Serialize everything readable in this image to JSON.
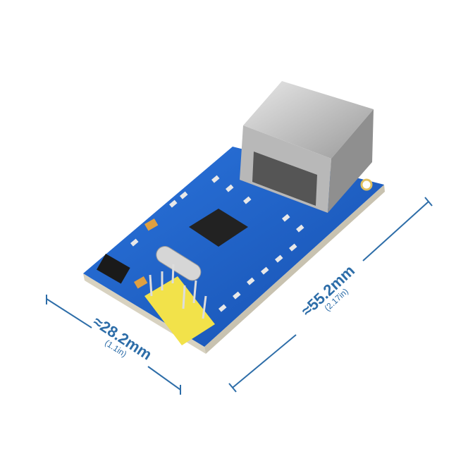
{
  "product": "ethernet-module-photo",
  "dimensions": {
    "width": {
      "main": "≈28.2mm",
      "sub": "(1.1in)"
    },
    "length": {
      "main": "≈55.2mm",
      "sub": "(2.17in)"
    }
  },
  "colors": {
    "pcb": "#1f5fc4",
    "dimension_line": "#2d6da8",
    "header": "#f2e24a",
    "jack": "#c9c9c9"
  }
}
